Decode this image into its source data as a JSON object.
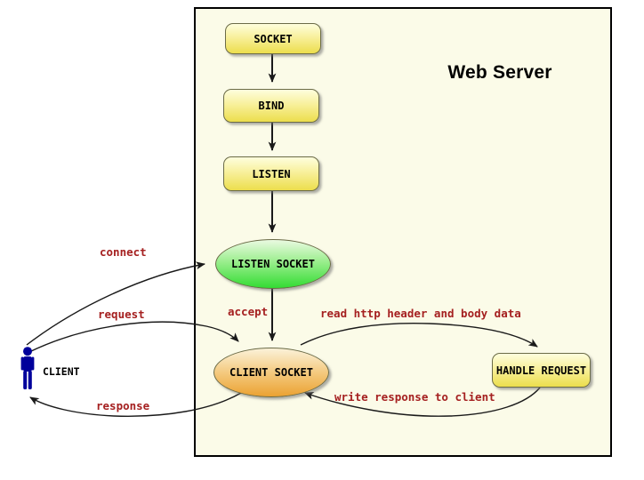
{
  "title": "Web Server",
  "nodes": {
    "socket": {
      "label": "SOCKET"
    },
    "bind": {
      "label": "BIND"
    },
    "listen": {
      "label": "LISTEN"
    },
    "listen_socket": {
      "label": "LISTEN SOCKET"
    },
    "client_socket": {
      "label": "CLIENT SOCKET"
    },
    "handle_request": {
      "label": "HANDLE REQUEST"
    }
  },
  "actor": {
    "label": "CLIENT"
  },
  "labels": {
    "connect": "connect",
    "request": "request",
    "response": "response",
    "accept": "accept",
    "read_http": "read http header and body data",
    "write_response": "write response to client"
  },
  "colors": {
    "canvas-bg": "#ffffff",
    "server-bg": "#fbfbe8",
    "server-border": "#000000",
    "node-yellow-top": "#fefedd",
    "node-yellow-bottom": "#ecde4d",
    "node-green-top": "#eafae1",
    "node-green-bottom": "#33dc33",
    "node-orange-top": "#fbf2d9",
    "node-orange-bottom": "#eba232",
    "node-border": "#6b6b47",
    "edge-color": "#1a1a1a",
    "label-red": "#a52020",
    "client-blue": "#00009b",
    "text-black": "#000000"
  }
}
